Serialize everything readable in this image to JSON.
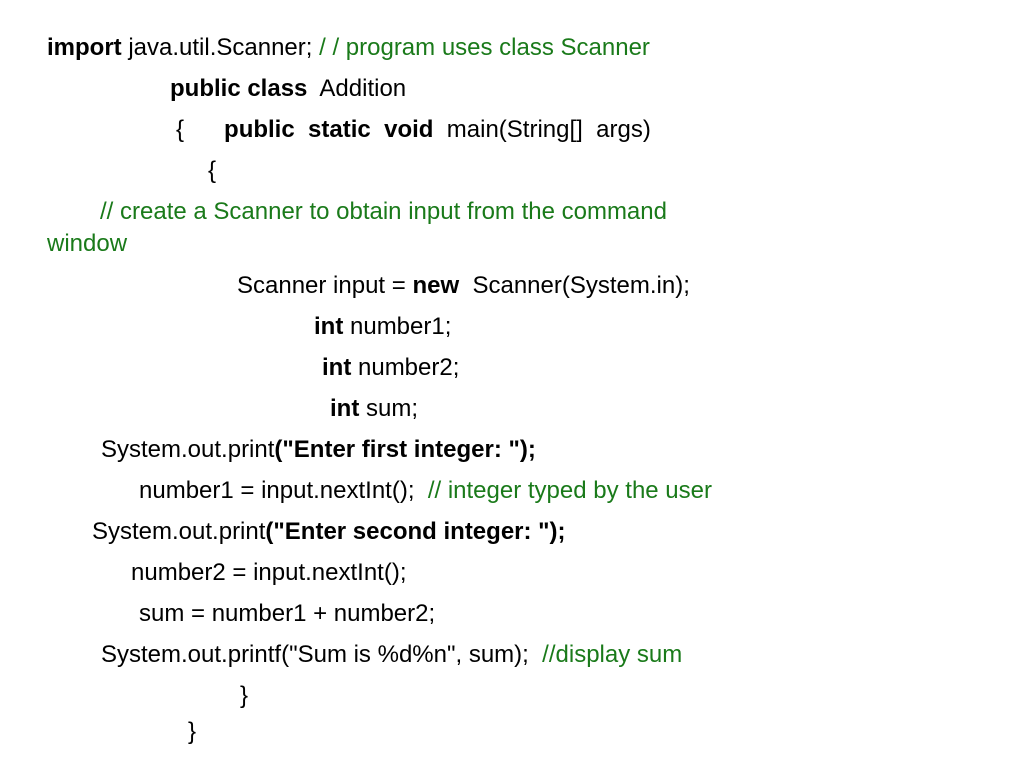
{
  "colors": {
    "text": "#000000",
    "comment": "#1a7a1a",
    "background": "#ffffff"
  },
  "code": {
    "l1": {
      "kw": "import",
      "text": " java.util.Scanner; ",
      "comment": "/ / program uses class Scanner"
    },
    "l2": {
      "kw": "public class",
      "text": "  Addition"
    },
    "l3": {
      "brace": "{      ",
      "kw1": "public",
      "sp1": "  ",
      "kw2": "static",
      "sp2": "  ",
      "kw3": "void",
      "text": "  main(String[]  args)"
    },
    "l4": {
      "text": "{"
    },
    "l5": {
      "comment": "// create a Scanner to obtain input from the command"
    },
    "l6": {
      "comment": "window"
    },
    "l7": {
      "text1": "Scanner input = ",
      "kw": "new",
      "text2": "  Scanner(System.in);"
    },
    "l8": {
      "kw": "int",
      "text": " number1;"
    },
    "l9": {
      "kw": "int",
      "text": " number2;"
    },
    "l10": {
      "kw": "int",
      "text": " sum;"
    },
    "l11": {
      "text": "System.out.print",
      "bold": "(\"Enter first integer: \");"
    },
    "l12": {
      "text": "number1 = input.nextInt();  ",
      "comment": "// integer typed by the user"
    },
    "l13": {
      "text": "System.out.print",
      "bold": "(\"Enter second integer: \");"
    },
    "l14": {
      "text": "number2 = input.nextInt();"
    },
    "l15": {
      "text": "sum = number1 + number2;"
    },
    "l16": {
      "text": "System.out.printf(\"Sum is %d%n\", sum);  ",
      "comment": "//display sum"
    },
    "l17": {
      "text": "}"
    },
    "l18": {
      "text": "}"
    }
  }
}
